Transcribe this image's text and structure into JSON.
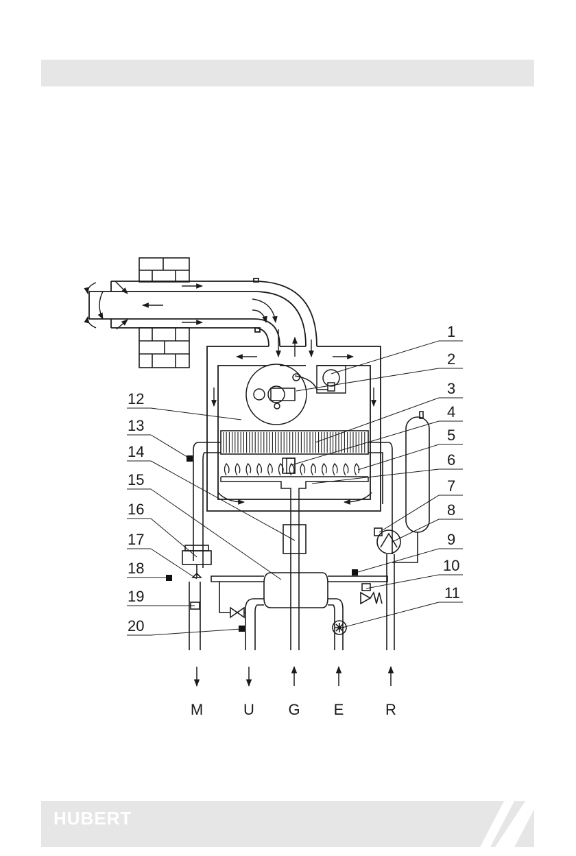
{
  "brand": {
    "name": "HUBERT"
  },
  "callouts": [
    "1",
    "2",
    "3",
    "4",
    "5",
    "6",
    "7",
    "8",
    "9",
    "10",
    "11",
    "12",
    "13",
    "14",
    "15",
    "16",
    "17",
    "18",
    "19",
    "20"
  ],
  "connections": [
    "M",
    "U",
    "G",
    "E",
    "R"
  ],
  "colors": {
    "band": "#e6e6e6",
    "line": "#1a1a1a",
    "brand_text": "#ffffff",
    "sensor": "#111111"
  }
}
